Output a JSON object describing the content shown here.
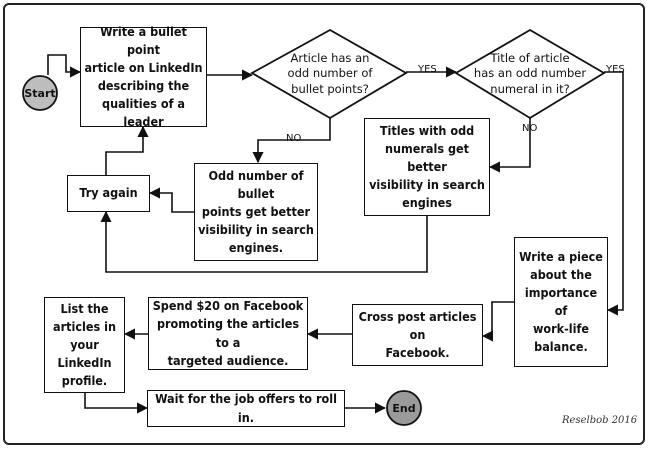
{
  "nodes": {
    "start": "Start",
    "write_article": "Write a bullet point\narticle on LinkedIn\ndescribing the\nqualities of a leader",
    "odd_bullets_q": "Article has an\nodd number of\nbullet points?",
    "odd_numeral_q": "Title of article\nhas an odd number\nnumeral in it?",
    "try_again": "Try again",
    "odd_bullets_info": "Odd number of bullet\npoints get better\nvisibility in search\nengines.",
    "odd_numerals_info": "Titles with odd\nnumerals get better\nvisibility in search\nengines",
    "work_life": "Write a piece\nabout the\nimportance of\nwork-life\nbalance.",
    "cross_post": "Cross post articles on\nFacebook.",
    "spend": "Spend $20 on Facebook\npromoting the articles to a\ntargeted audience.",
    "list_articles": "List the\narticles in\nyour LinkedIn\nprofile.",
    "wait": "Wait for the job offers to roll in.",
    "end": "End"
  },
  "labels": {
    "yes_1": "YES",
    "no_1": "NO",
    "yes_2": "YES",
    "no_2": "NO"
  },
  "signature": "Reselbob 2016",
  "colors": {
    "line": "#111111",
    "terminal_fill": "#bdbdbd",
    "box_fill": "#ffffff"
  }
}
